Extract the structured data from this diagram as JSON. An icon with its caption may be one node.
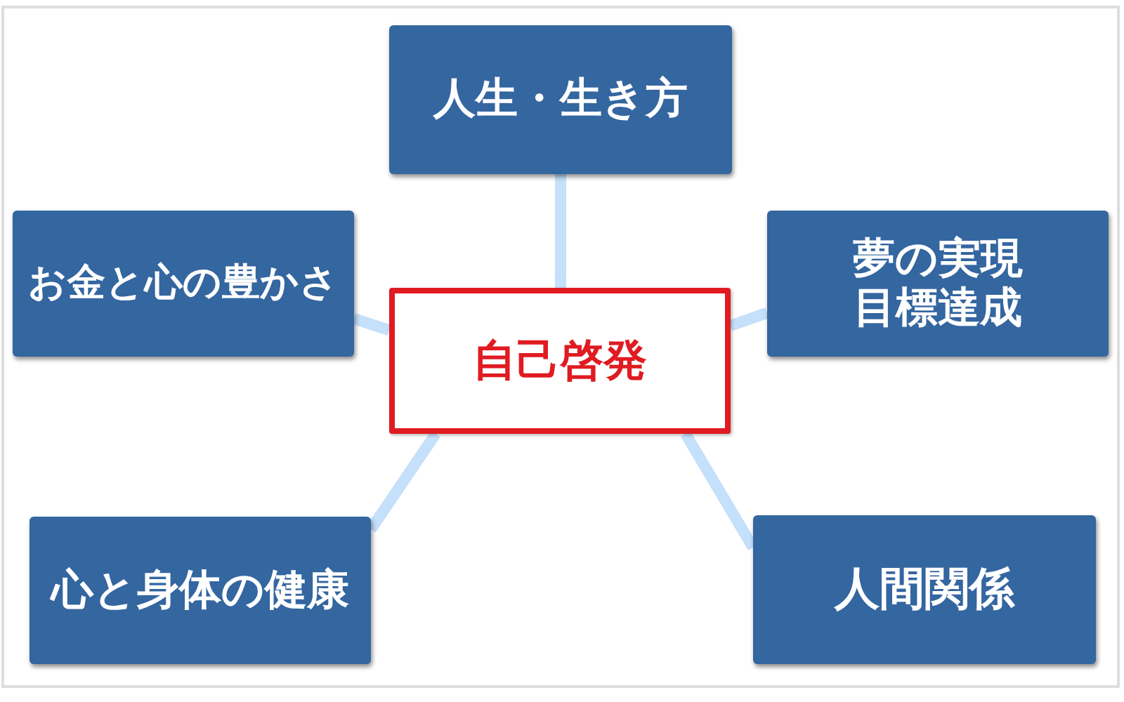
{
  "diagram": {
    "nodes": [
      {
        "text": [
          "人生・生き方"
        ]
      },
      {
        "text": [
          "お金と心の豊かさ"
        ]
      },
      {
        "text": [
          "夢の実現",
          "目標達成"
        ]
      },
      {
        "text": [
          "自己啓発"
        ]
      },
      {
        "text": [
          "心と身体の健康"
        ]
      },
      {
        "text": [
          "人間関係"
        ]
      }
    ],
    "edges": [
      {
        "from": 3,
        "to": 0,
        "arrow": "none"
      },
      {
        "from": 3,
        "to": 1,
        "arrow": "none"
      },
      {
        "from": 3,
        "to": 2,
        "arrow": "none"
      },
      {
        "from": 3,
        "to": 4,
        "arrow": "none"
      },
      {
        "from": 3,
        "to": 5,
        "arrow": "none"
      }
    ]
  }
}
